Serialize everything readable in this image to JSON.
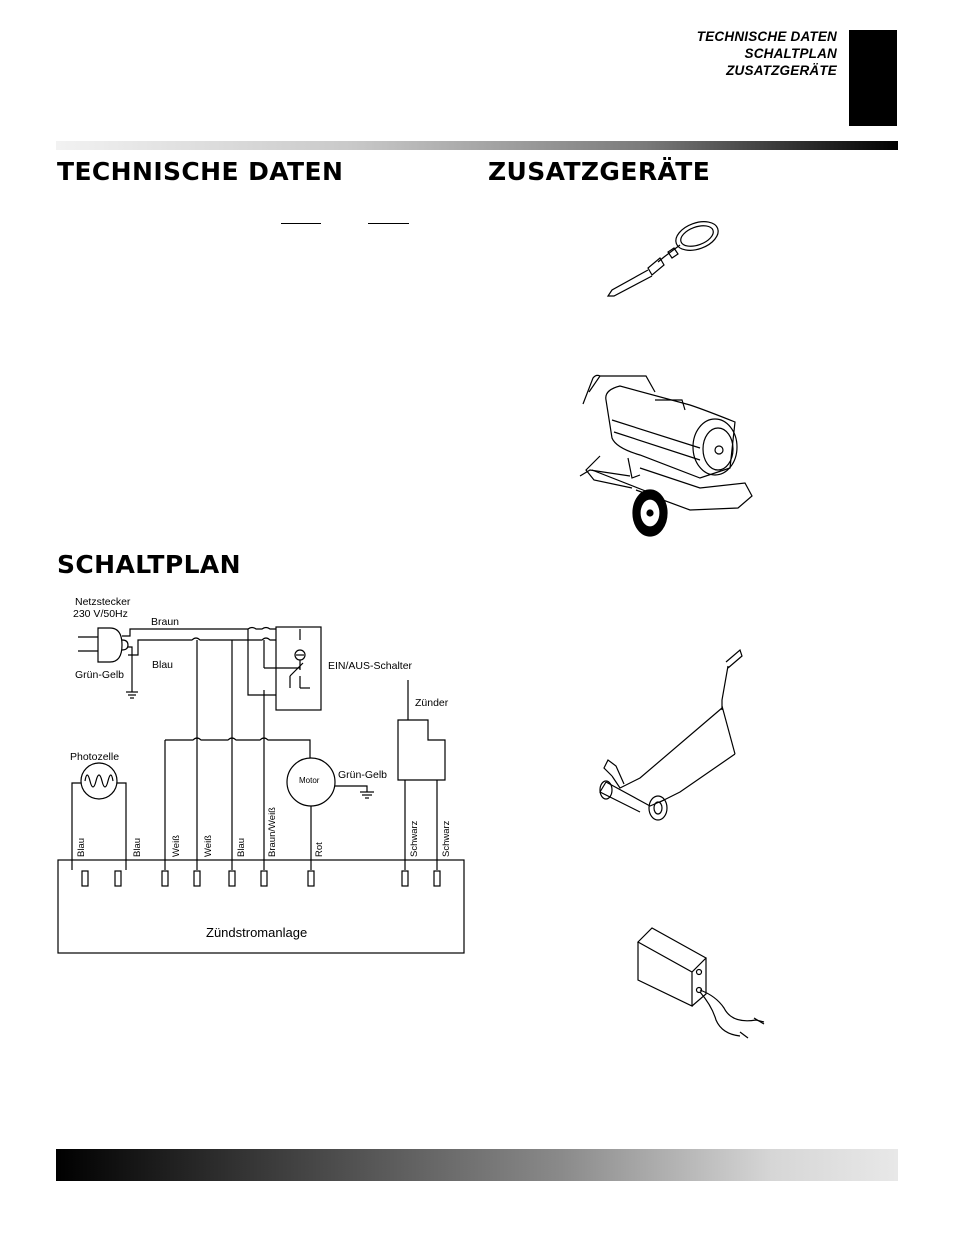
{
  "header": {
    "lines": [
      "TECHNISCHE DATEN",
      "SCHALTPLAN",
      "ZUSATZGERÄTE"
    ]
  },
  "sections": {
    "tech_title": "TECHNISCHE DATEN",
    "zus_title": "ZUSATZGERÄTE",
    "schalt_title": "SCHALTPLAN"
  },
  "wiring": {
    "plug_label_1": "Netzstecker",
    "plug_label_2": "230 V/50Hz",
    "braun": "Braun",
    "blau_top": "Blau",
    "gruen_gelb_plug": "Grün-Gelb",
    "switch_label": "EIN/AUS-Schalter",
    "zuender": "Zünder",
    "photozelle": "Photozelle",
    "motor": "Motor",
    "gruen_gelb_motor": "Grün-Gelb",
    "wires": [
      "Blau",
      "Blau",
      "Weiß",
      "Weiß",
      "Blau",
      "Braun/Weiß",
      "Rot",
      "Schwarz",
      "Schwarz"
    ],
    "box_label": "Zündstromanlage"
  }
}
